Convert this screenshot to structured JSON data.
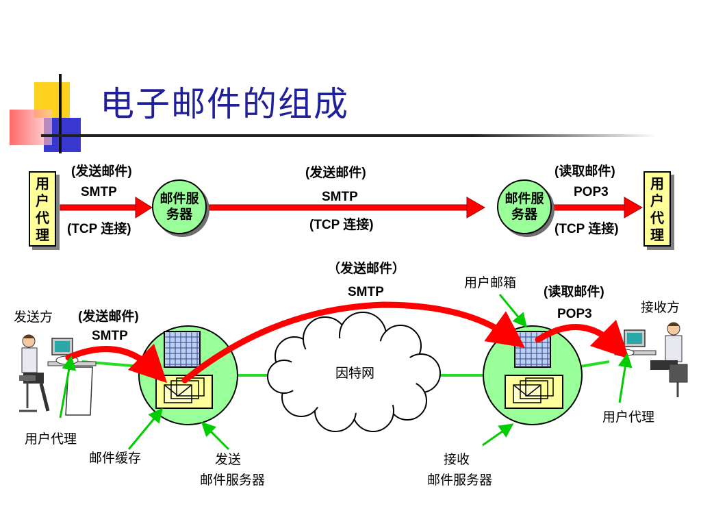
{
  "title": "电子邮件的组成",
  "top_row": {
    "user_agent_left": "用户代理",
    "user_agent_right": "用户代理",
    "mail_server_left": "邮件服务器",
    "mail_server_right": "邮件服务器",
    "left_send": "(发送邮件)",
    "left_smtp": "SMTP",
    "left_tcp": "(TCP 连接)",
    "mid_send": "(发送邮件)",
    "mid_smtp": "SMTP",
    "mid_tcp": "(TCP 连接)",
    "right_read": "(读取邮件)",
    "right_pop3": "POP3",
    "right_tcp": "(TCP 连接)"
  },
  "bottom": {
    "sender": "发送方",
    "receiver": "接收方",
    "send_mail_left": "(发送邮件)",
    "smtp_left": "SMTP",
    "send_mail_arc": "（发送邮件）",
    "smtp_arc": "SMTP",
    "mailbox": "用户邮箱",
    "read_mail": "(读取邮件)",
    "pop3": "POP3",
    "internet": "因特网",
    "user_agent_left": "用户代理",
    "user_agent_right": "用户代理",
    "mail_cache": "邮件缓存",
    "send_server_l1": "发送",
    "send_server_l2": "邮件服务器",
    "recv_server_l1": "接收",
    "recv_server_l2": "邮件服务器"
  },
  "colors": {
    "title": "#1f1f9a",
    "arrow": "#ff0000",
    "pointer": "#00cc00",
    "server_fill": "#99ff99",
    "agent_fill": "#ffff99"
  }
}
